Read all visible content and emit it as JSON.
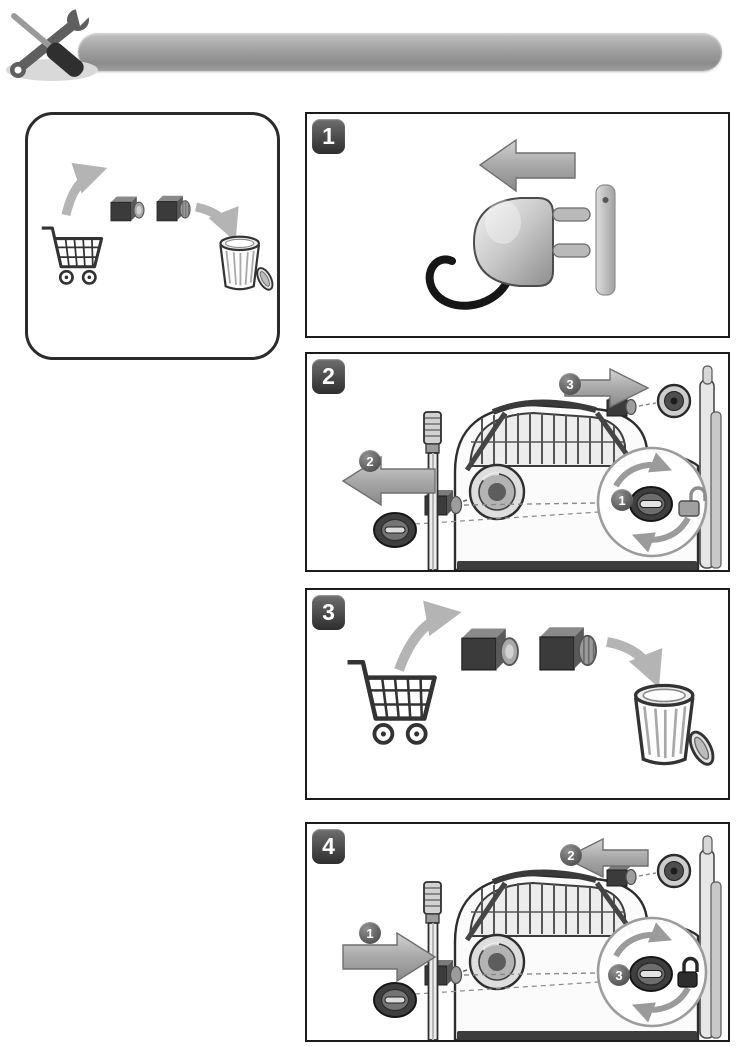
{
  "steps": [
    {
      "number": "1"
    },
    {
      "number": "2",
      "substeps": [
        "1",
        "2",
        "3"
      ],
      "padlock": "unlocked"
    },
    {
      "number": "3"
    },
    {
      "number": "4",
      "substeps": [
        "1",
        "2",
        "3"
      ],
      "padlock": "locked"
    }
  ],
  "icons": {
    "header": "tools-icon",
    "intro_box": [
      "shopping-cart-icon",
      "replacement-nozzle-plugs-icon",
      "curved-arrow-icon",
      "trash-bin-icon"
    ],
    "step1": [
      "left-arrow-icon",
      "power-plug-icon",
      "socket-bar"
    ],
    "step2": [
      "pressure-washer-illustration",
      "pull-left-arrow-icon",
      "insert-right-arrow-icon",
      "dial-detail-inset",
      "padlock-unlocked-icon"
    ],
    "step3": [
      "shopping-cart-icon",
      "replacement-nozzle-plugs-icon",
      "curved-arrow-icon",
      "trash-bin-icon"
    ],
    "step4": [
      "pressure-washer-illustration",
      "insert-right-arrow-icon",
      "pull-left-arrow-icon",
      "dial-detail-inset",
      "padlock-locked-icon"
    ]
  },
  "colors": {
    "step_badge_bg": "#3f3f3f",
    "substep_badge_bg": "#666666",
    "panel_border": "#1b1b1b",
    "header_bar": "#9a9a9a",
    "arrow_gray": "#a9a9a9"
  }
}
